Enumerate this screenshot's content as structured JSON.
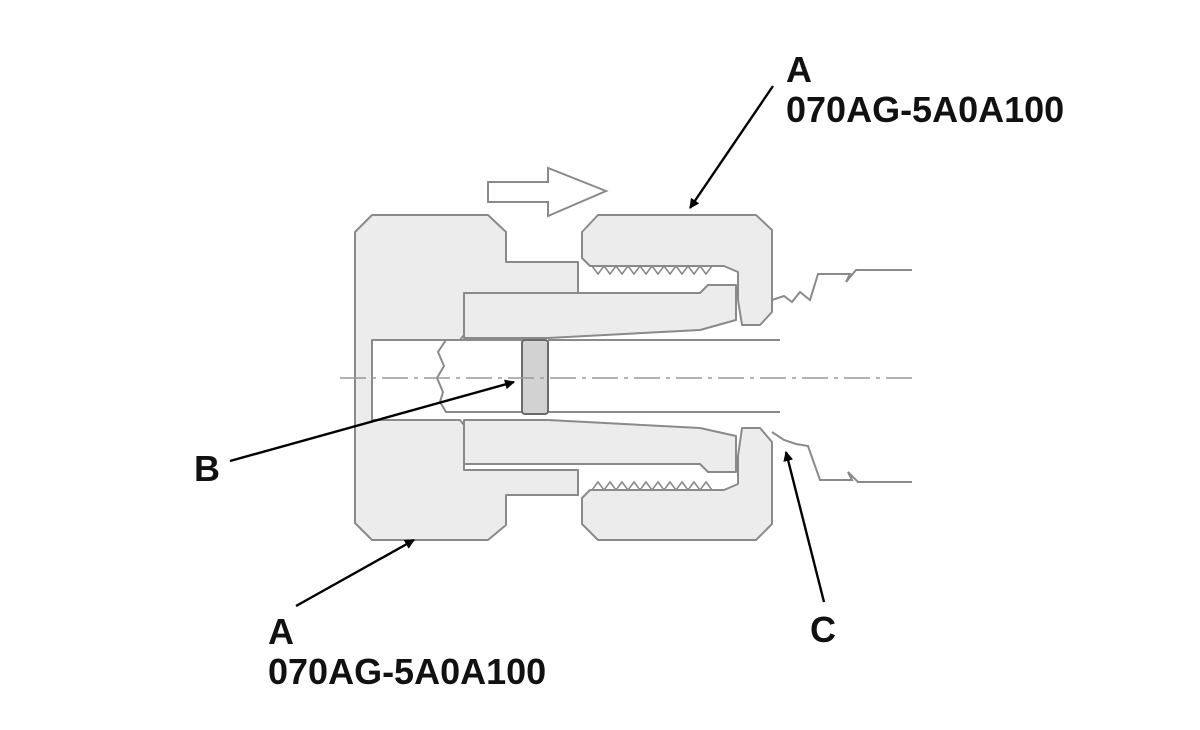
{
  "callouts": {
    "a_top": {
      "letter": "A",
      "part_no": "070AG-5A0A100"
    },
    "a_bottom": {
      "letter": "A",
      "part_no": "070AG-5A0A100"
    },
    "b": {
      "letter": "B"
    },
    "c": {
      "letter": "C"
    }
  },
  "colors": {
    "part_fill": "#ececec",
    "outline": "#8a8a8a",
    "leader": "#000000"
  }
}
